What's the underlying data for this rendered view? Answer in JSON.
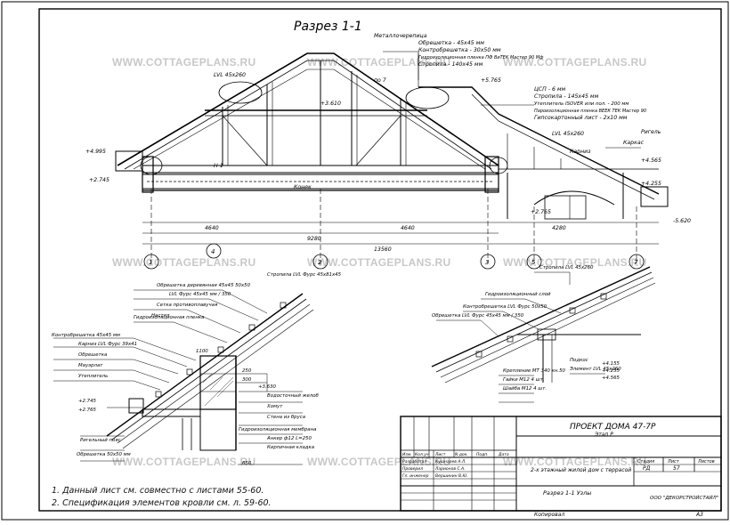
{
  "drawing": {
    "section_title": "Разрез 1-1",
    "watermark": "WWW.COTTAGEPLANS.RU",
    "roof_layers_top": [
      "Металлочерепица",
      "Обрешетка - 45х45 мм",
      "Контробрешетка - 30х50 мм",
      "Гидроизоляционная пленка ПФ ВиТЕК Мастер 90 Мф",
      "Стропила - 140х45 мм"
    ],
    "ceiling_layers": [
      "ЦСП - 6 мм",
      "Стропила - 145х45 мм",
      "Утеплитель ISOVER или пол. - 200 мм",
      "Пароизоляционная пленка ВЕЕК ТЕК Мастер 90",
      "Гипсокартонный лист - 2х10 мм"
    ],
    "dims_bottom": [
      "4640",
      "4640",
      "4280"
    ],
    "dims_total": [
      "9280",
      "13560"
    ],
    "axes": [
      "1",
      "4",
      "2",
      "3",
      "5",
      "7"
    ],
    "levels": [
      "+4.995",
      "+2.745",
      "+2.765",
      "+5.765",
      "+3.610",
      "-5.620",
      "+4.565",
      "+4.255"
    ],
    "labels": [
      "Н-1",
      "по 7",
      "LVL 45х260",
      "Конек",
      "Карниз",
      "LVL 45х260",
      "Каркас",
      "Ригель"
    ]
  },
  "detail_left": {
    "labels": [
      "Стропила LVL Фурс 45х81х45",
      "Обрешетка деревянная 45х45 50х50",
      "LVL Фурс 45х45 мм / 350",
      "Сетка противоплавучая",
      "Гидроизоляционная пленка",
      "Контробрешетка 45х45 мм",
      "Настил",
      "Карниз LVL Фурс 39х41",
      "Обрешетка",
      "Мауэрлат",
      "Утеплитель",
      "Водосточный желоб",
      "Хомут",
      "Стена из бруса",
      "Гидроизоляционная мембрана",
      "Анкер ф12 L=250",
      "Кирпичная кладка",
      "Ригельный пояс",
      "Обрешетка 50х50 мм"
    ],
    "dims": [
      "1100",
      "250",
      "300",
      "650",
      "+2.745",
      "+2.765",
      "+3.630"
    ]
  },
  "detail_right": {
    "labels": [
      "Стропила LVL 45х260",
      "Гидроизоляционный слой",
      "Контробрешетка LVL Фурс 50х50",
      "Обрешетка LVL Фурс 45х45 мм / 350",
      "Крепление МТ 340 кн.50",
      "Гайки М12 4 шт.",
      "Шайба М12 4 шт.",
      "Элемент LVL 45х260",
      "Подкос"
    ],
    "levels": [
      "+4.155",
      "+4.255",
      "+4.565"
    ]
  },
  "notes": [
    "1. Данный лист см. совместно с листами 55-60.",
    "2. Спецификация элементов кровли см. л. 59-60."
  ],
  "stamp": {
    "project": "ПРОЕКТ ДОМА 47-7Р",
    "subtitle": "Этап Р",
    "sheet_title": "Разрез 1-1 Узлы",
    "desc": "2-х этажный жилой дом с террасой",
    "company": "ООО \"ДЕКОРСТРОЙСТАЙЛ\"",
    "col_heads": [
      "Изм.",
      "Кол.уч",
      "Лист",
      "N док.",
      "Подп.",
      "Дата"
    ],
    "roles": [
      "Разработал",
      "Проверил",
      "Гл. инженер"
    ],
    "names": [
      "Кушнарев А.Л.",
      "Ларионов С.А.",
      "Вершинин В.Ю."
    ],
    "stage_label": "Стадия",
    "sheet_label": "Лист",
    "sheets_label": "Листов",
    "stage": "РД",
    "sheet": "57",
    "footer": "Копировал",
    "format": "А3"
  }
}
